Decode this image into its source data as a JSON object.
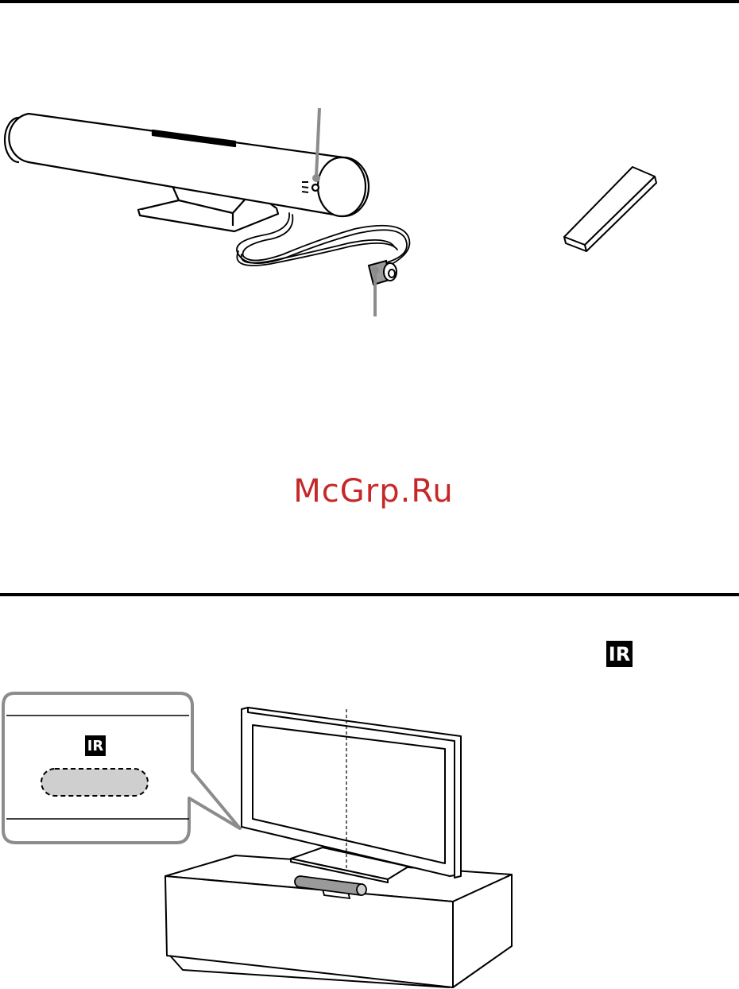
{
  "watermark": {
    "text": "McGrp.Ru",
    "color": "#c62828"
  },
  "icons": {
    "ir_marker_heading": "IR",
    "ir_marker_callout": "IR"
  },
  "colors": {
    "line": "#000000",
    "callout_border": "#8c8c8c",
    "sensor_fill": "#cfcfcf",
    "cable_fill": "#9a9a9a"
  }
}
